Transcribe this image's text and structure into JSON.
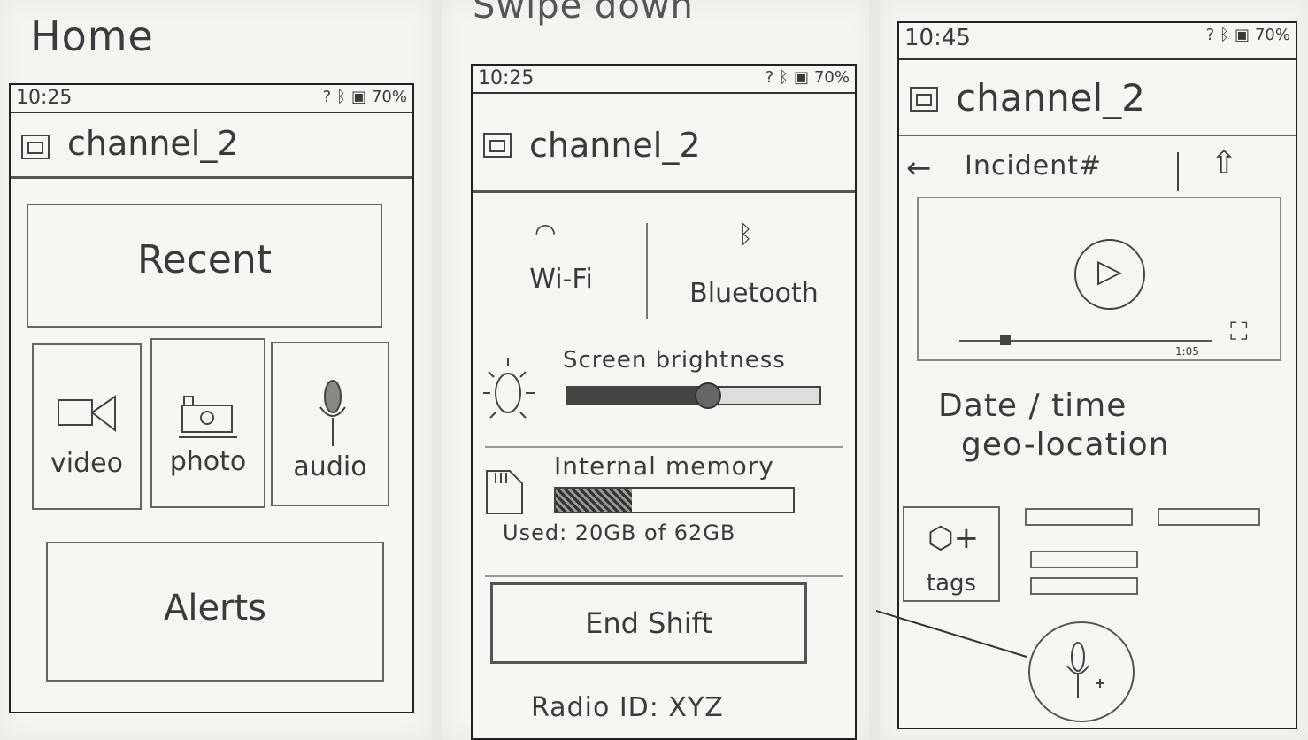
{
  "left": {
    "title": "Home",
    "status": {
      "time": "10:25",
      "battery": "70%"
    },
    "channel": "channel_2",
    "recent": "Recent",
    "tiles": [
      {
        "label": "video",
        "icon": "video-icon"
      },
      {
        "label": "photo",
        "icon": "camera-icon"
      },
      {
        "label": "audio",
        "icon": "microphone-icon"
      }
    ],
    "alerts": "Alerts"
  },
  "middle": {
    "title": "Swipe down",
    "status": {
      "time": "10:25",
      "battery": "70%"
    },
    "channel": "channel_2",
    "wifi": "Wi-Fi",
    "bluetooth": "Bluetooth",
    "brightness_label": "Screen brightness",
    "brightness_level": 0.55,
    "memory_label": "Internal memory",
    "memory_used_fraction": 0.32,
    "memory_text": "Used: 20GB of 62GB",
    "end_shift": "End Shift",
    "radio_id": "Radio ID: XYZ"
  },
  "right": {
    "status": {
      "time": "10:45",
      "battery": "70%"
    },
    "channel": "channel_2",
    "incident": "Incident#",
    "video_time": "1:05",
    "date_time": "Date / time",
    "geo": "geo-location",
    "tags": "tags"
  }
}
